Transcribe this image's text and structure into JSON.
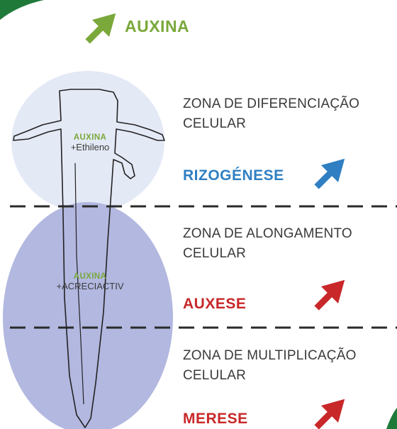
{
  "header": {
    "label": "AUXINA",
    "color": "#7aa83a"
  },
  "zones": [
    {
      "line1": "ZONA DE DIFERENCIAÇÃO",
      "line2": "CELULAR",
      "process": "RIZOGÉNESE",
      "color": "#2f7fc2"
    },
    {
      "line1": "ZONA DE ALONGAMENTO",
      "line2": "CELULAR",
      "process": "AUXESE",
      "color": "#c8282a"
    },
    {
      "line1": "ZONA DE MULTIPLICAÇÃO",
      "line2": "CELULAR",
      "process": "MERESE",
      "color": "#c8282a"
    }
  ],
  "root_labels": {
    "upper": {
      "auxin": "AUXINA",
      "plus": "+Ethileno"
    },
    "lower": {
      "auxin": "AUXINA",
      "plus": "+ACRECIACTIV"
    }
  },
  "colors": {
    "upper_ellipse": "#e4e9f6",
    "lower_ellipse": "#b2b8e0",
    "green": "#7aa83a",
    "dark_corner": "#1f7a3a"
  }
}
